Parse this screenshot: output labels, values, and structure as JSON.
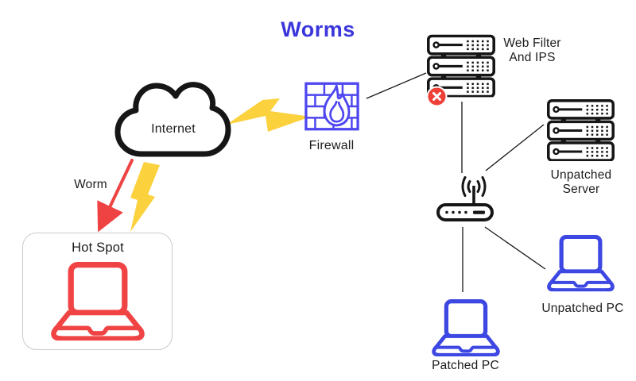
{
  "title": {
    "text": "Worms"
  },
  "colors": {
    "title_blue": "#3B36DB",
    "firewall_blue": "#4E46EF",
    "device_blue": "#3D47E2",
    "laptop_red": "#F04444",
    "alert_red": "#EE4036",
    "bolt_yellow": "#FBD23D",
    "line_black": "#161616"
  },
  "nodes": {
    "internet": {
      "label": "Internet",
      "icon": "cloud-icon"
    },
    "firewall": {
      "label": "Firewall",
      "icon": "firewall-icon"
    },
    "web_filter": {
      "label_line1": "Web Filter",
      "label_line2": "And IPS",
      "icon": "server-stack-icon",
      "status": "blocked"
    },
    "unpatched_server": {
      "label_line1": "Unpatched",
      "label_line2": "Server",
      "icon": "server-stack-icon"
    },
    "router": {
      "icon": "wireless-router-icon"
    },
    "unpatched_pc": {
      "label": "Unpatched PC",
      "icon": "laptop-icon"
    },
    "patched_pc": {
      "label": "Patched PC",
      "icon": "laptop-icon"
    },
    "hot_spot": {
      "label": "Hot Spot",
      "icon": "laptop-icon"
    }
  },
  "annotations": {
    "worm_label": "Worm"
  },
  "edges": [
    {
      "from": "firewall",
      "to": "web_filter"
    },
    {
      "from": "web_filter",
      "to": "router"
    },
    {
      "from": "router",
      "to": "unpatched_server"
    },
    {
      "from": "router",
      "to": "unpatched_pc"
    },
    {
      "from": "router",
      "to": "patched_pc"
    }
  ],
  "attacks": [
    {
      "from": "internet",
      "to": "firewall",
      "type": "lightning-bolt"
    },
    {
      "from": "internet",
      "to": "hot_spot",
      "type": "lightning-bolt"
    },
    {
      "from": "internet",
      "to": "hot_spot",
      "type": "worm-arrow",
      "label": "Worm"
    }
  ]
}
